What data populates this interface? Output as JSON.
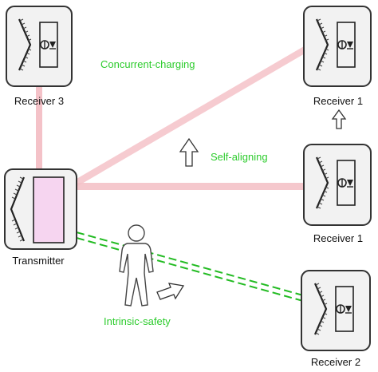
{
  "labels": {
    "receiver3": "Receiver 3",
    "receiver1_top": "Receiver 1",
    "receiver1_mid": "Receiver 1",
    "transmitter": "Transmitter",
    "receiver2": "Receiver 2"
  },
  "annotations": {
    "concurrent_charging": "Concurrent-charging",
    "self_aligning": "Self-aligning",
    "intrinsic_safety": "Intrinsic-safety"
  },
  "colors": {
    "annotation_green": "#2ecc2e",
    "beam_pink": "#f4c2c8",
    "safety_beam_green": "#22bb22",
    "transmitter_fill": "#f6d5f0",
    "box_fill": "#f2f2f2",
    "device_stroke": "#222222"
  },
  "icons": {
    "receiver": "retroreflector-photodiode-icon",
    "transmitter": "retroreflector-gain-medium-icon",
    "human": "human-outline-icon",
    "movement": "arrow-outline-icon"
  }
}
